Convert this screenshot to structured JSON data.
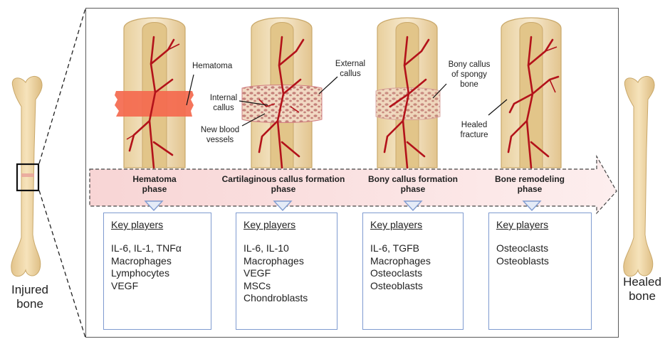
{
  "labels": {
    "injured_bone": "Injured\nbone",
    "healed_bone": "Healed\nbone"
  },
  "annotations": {
    "hematoma": "Hematoma",
    "internal_callus": "Internal\ncallus",
    "external_callus": "External\ncallus",
    "new_blood_vessels": "New blood\nvessels",
    "bony_callus_spongy": "Bony callus\nof spongy\nbone",
    "healed_fracture": "Healed\nfracture"
  },
  "phases": [
    {
      "label": "Hematoma\nphase"
    },
    {
      "label": "Cartilaginous callus formation\nphase"
    },
    {
      "label": "Bony callus formation\nphase"
    },
    {
      "label": "Bone remodeling\nphase"
    }
  ],
  "key_players": [
    {
      "heading": "Key players",
      "items": [
        "IL-6, IL-1, TNFα",
        "Macrophages",
        "Lymphocytes",
        "VEGF"
      ]
    },
    {
      "heading": "Key players",
      "items": [
        "IL-6, IL-10",
        "Macrophages",
        "VEGF",
        "MSCs",
        "Chondroblasts"
      ]
    },
    {
      "heading": "Key players",
      "items": [
        "IL-6, TGFB",
        "Macrophages",
        "Osteoclasts",
        "Osteoblasts"
      ]
    },
    {
      "heading": "Key players",
      "items": [
        "Osteoclasts",
        "Osteoblasts"
      ]
    }
  ],
  "colors": {
    "bone": "#efd7a6",
    "bone_outline": "#c9a86a",
    "vessel": "#b3121a",
    "hematoma": "#f4694e",
    "callus": "#c98a8a",
    "arrow_fill": "#fbe3e3",
    "box_border": "#7f9bd0"
  }
}
